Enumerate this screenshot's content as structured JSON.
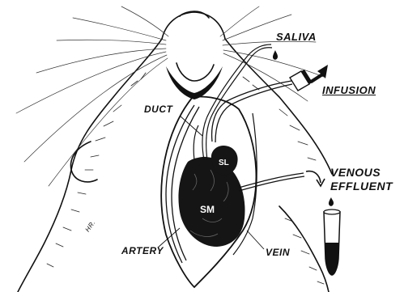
{
  "labels": {
    "saliva": "SALIVA",
    "infusion": "INFUSION",
    "duct": "DUCT",
    "venous_line1": "VENOUS",
    "venous_line2": "EFFLUENT",
    "artery": "ARTERY",
    "vein": "VEIN",
    "sublingual_gland": "SL",
    "submandibular_gland": "SM",
    "artist_signature": "HR."
  },
  "colors": {
    "ink": "#111111",
    "paper": "#ffffff",
    "gland_fill": "#151515"
  },
  "icons": {
    "infusion_arrow": "filled-arrow-icon",
    "collection_tube": "test-tube-icon",
    "drop": "droplet-icon"
  }
}
